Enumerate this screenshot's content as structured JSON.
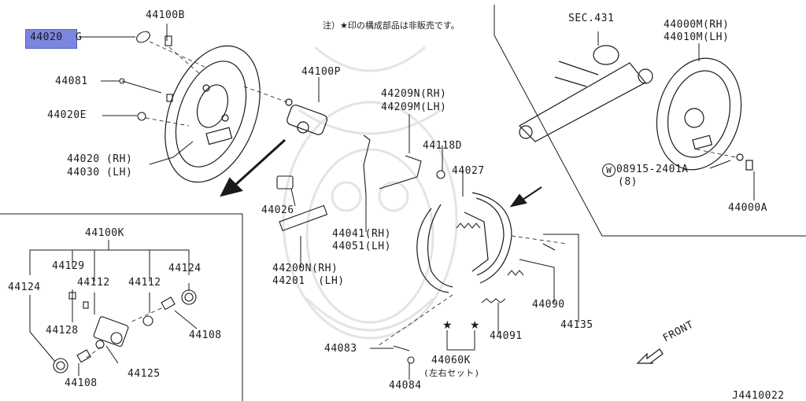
{
  "note": "注）★印の構成部品は非販売です。",
  "highlighted_part": "44020G",
  "labels": {
    "p44020G_hl": "44020",
    "p44020G_suffix": "G",
    "p44100B": "44100B",
    "p44081": "44081",
    "p44020E": "44020E",
    "p44100P": "44100P",
    "p44020": "44020 (RH)",
    "p44030": "44030 (LH)",
    "p44209N": "44209N(RH)",
    "p44209M": "44209M(LH)",
    "p44118D": "44118D",
    "p44027": "44027",
    "p44026": "44026",
    "p44041": "44041(RH)",
    "p44051": "44051(LH)",
    "p44200N": "44200N(RH)",
    "p44201": "44201  (LH)",
    "p44090": "44090",
    "p44091": "44091",
    "p44135": "44135",
    "p44083": "44083",
    "p44084": "44084",
    "p44060K": "44060K",
    "p44060K_sub": "(左右セット)",
    "p44100K": "44100K",
    "p44129": "44129",
    "p44124a": "44124",
    "p44124b": "44124",
    "p44112a": "44112",
    "p44112b": "44112",
    "p44128": "44128",
    "p44108a": "44108",
    "p44108b": "44108",
    "p44125": "44125",
    "sec431": "SEC.431",
    "p44000M": "44000M(RH)",
    "p44010M": "44010M(LH)",
    "p08915": "08915-2401A",
    "p08915_w": "W",
    "p08915_qty": "(8)",
    "p44000A": "44000A",
    "front": "FRONT",
    "ref": "J4410022"
  },
  "colors": {
    "ink": "#1a1a1a",
    "highlight": "#7c86e0",
    "watermark": "#e6e6e6"
  }
}
